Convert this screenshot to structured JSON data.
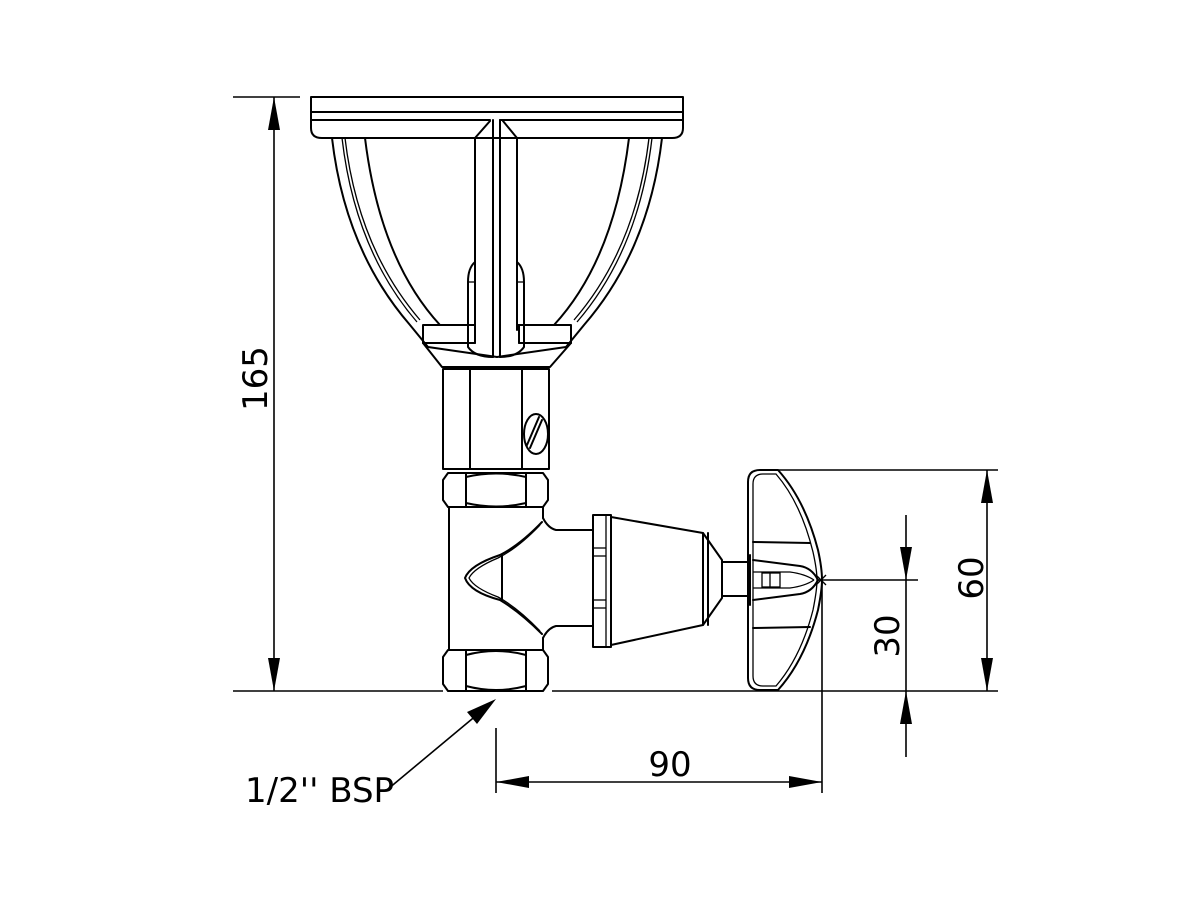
{
  "drawing": {
    "subject": "Wall-mounted stop tap with mushroom flange cover and butterfly handle",
    "line_color": "#000000",
    "background_color": "#ffffff"
  },
  "dimensions": {
    "overall_height": "165",
    "handle_height": "60",
    "handle_center_height": "30",
    "projection": "90"
  },
  "annotations": {
    "thread_callout": "1/2'' BSP"
  }
}
